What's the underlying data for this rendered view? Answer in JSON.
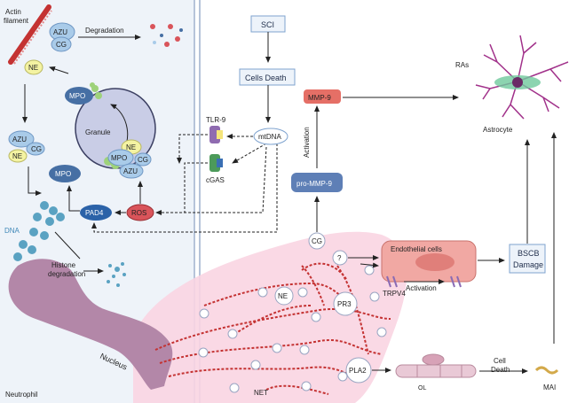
{
  "labels": {
    "actin_filament": [
      "Actin",
      "filament"
    ],
    "degradation": "Degradation",
    "azu": "AZU",
    "cg": "CG",
    "ne": "NE",
    "mpo": "MPO",
    "granule": "Granule",
    "pad4": "PAD4",
    "ros": "ROS",
    "dna": "DNA",
    "histone_degradation": [
      "Histone",
      "degradation"
    ],
    "nucleus": "Nucleus",
    "neutrophil": "Neutrophil",
    "tlr9": "TLR-9",
    "cgas": "cGAS",
    "sci": "SCI",
    "cells_death": "Cells Death",
    "mtdna": "mtDNA",
    "mmp9": "MMP-9",
    "activation": "Activation",
    "pro_mmp9": "pro-MMP-9",
    "ras": "RAs",
    "astrocyte": "Astrocyte",
    "endothelial_cells": "Endothelial cells",
    "question": "?",
    "trpv4": "TRPV4",
    "bscb_damage": [
      "BSCB",
      "Damage"
    ],
    "pr3": "PR3",
    "pla2": "PLA2",
    "ol": "OL",
    "cell_death": [
      "Cell",
      "Death"
    ],
    "mai": "MAI",
    "net": "NET"
  },
  "colors": {
    "left_panel": "#eef3f9",
    "granule": "#c9cde6",
    "azu_cg": "#a9cbe9",
    "ne": "#f4f3a2",
    "mpo": "#466fa4",
    "mmp9": "#e56f66",
    "ros": "#d9545a",
    "pad4": "#2b62a8",
    "net_pink": "#f9d5e2",
    "dna_red": "#c43232",
    "nucleus": "#b387a8",
    "endothelial": "#f1a8a3",
    "astrocyte": "#a1318a",
    "box_border": "#7fa3cf",
    "box_fill": "#edf3fa"
  }
}
